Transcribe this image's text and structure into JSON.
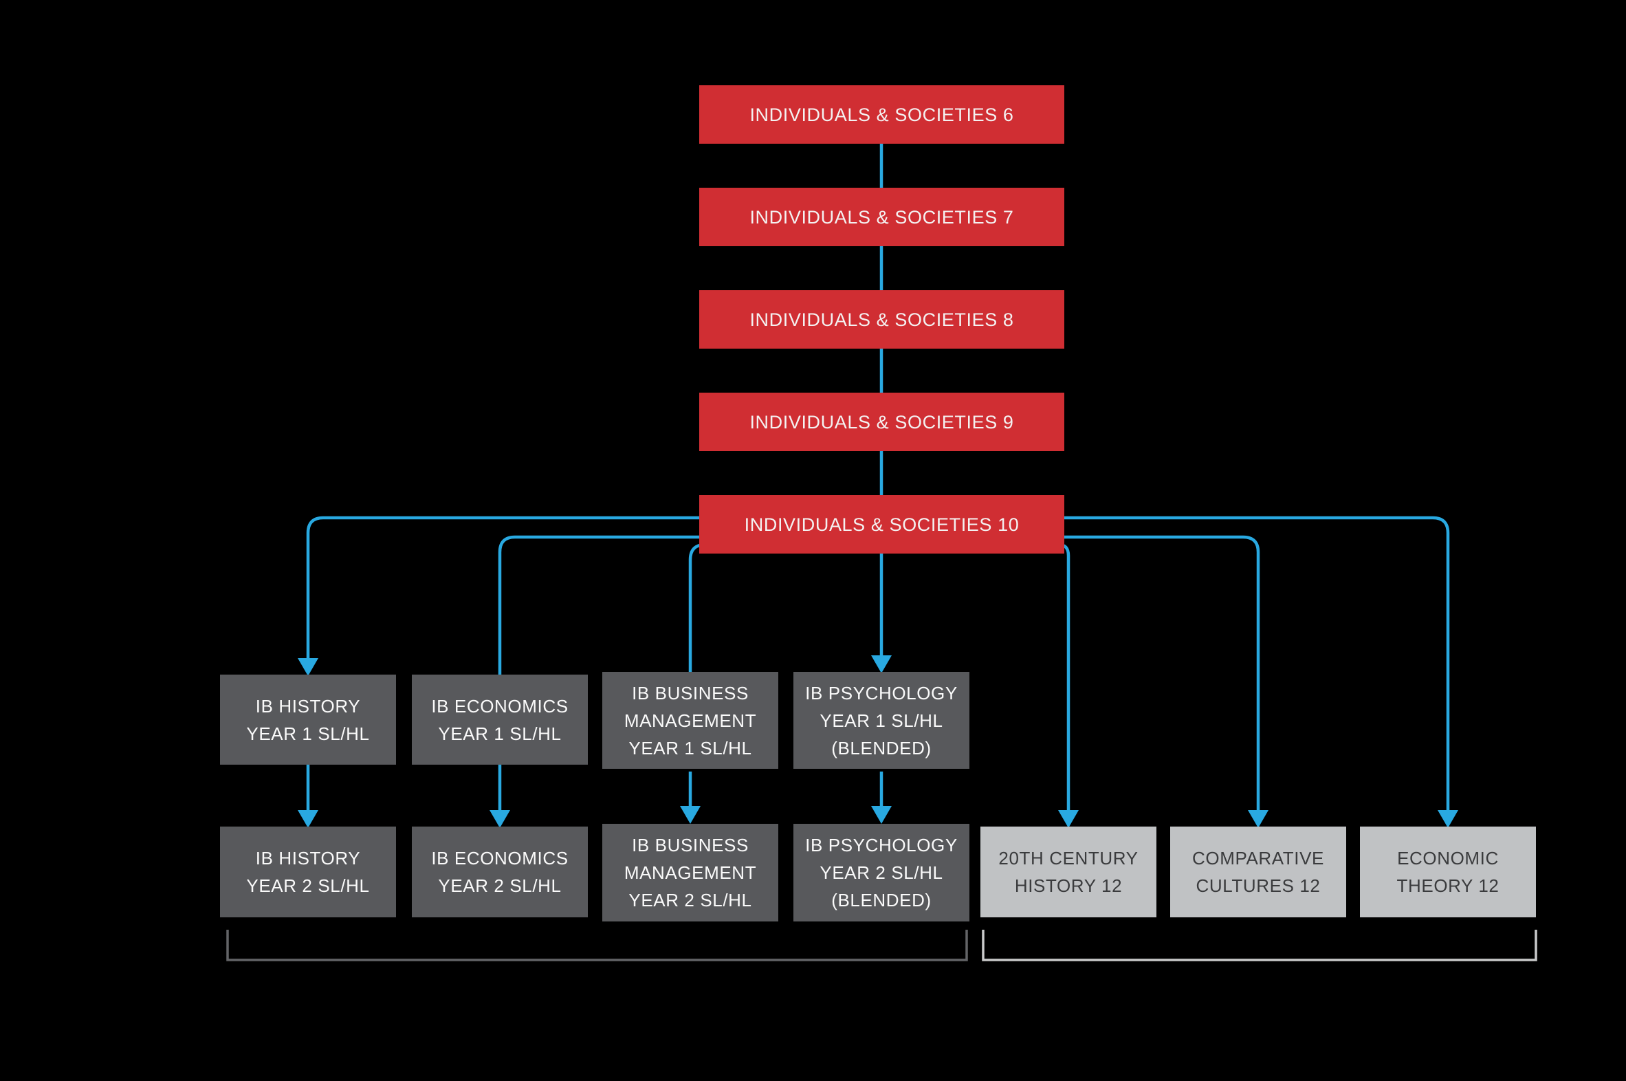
{
  "canvas": {
    "background": "#000000"
  },
  "colors": {
    "canvas_bg": "#000000",
    "ms_box": "#D02E33",
    "ms_text": "#F4F1F1",
    "ib_box": "#58595C",
    "ib_text": "#FAFAFA",
    "bc_box": "#C0C2C4",
    "bc_text": "#3A3B3D",
    "connector": "#29A9E1",
    "bracket_left": "#636467",
    "bracket_right": "#C9CACB"
  },
  "middle_school_sequence": [
    {
      "label": "INDIVIDUALS & SOCIETIES 6"
    },
    {
      "label": "INDIVIDUALS & SOCIETIES 7"
    },
    {
      "label": "INDIVIDUALS & SOCIETIES 8"
    },
    {
      "label": "INDIVIDUALS & SOCIETIES 9"
    },
    {
      "label": "INDIVIDUALS & SOCIETIES 10"
    }
  ],
  "ib_dp_year1": [
    {
      "label": "IB HISTORY\nYEAR 1 SL/HL"
    },
    {
      "label": "IB ECONOMICS\nYEAR 1 SL/HL"
    },
    {
      "label": "IB BUSINESS\nMANAGEMENT\nYEAR 1 SL/HL"
    },
    {
      "label": "IB PSYCHOLOGY\nYEAR 1 SL/HL\n(BLENDED)"
    }
  ],
  "ib_dp_year2": [
    {
      "label": "IB HISTORY\nYEAR 2 SL/HL"
    },
    {
      "label": "IB ECONOMICS\nYEAR 2 SL/HL"
    },
    {
      "label": "IB BUSINESS\nMANAGEMENT\nYEAR 2 SL/HL"
    },
    {
      "label": "IB PSYCHOLOGY\nYEAR 2 SL/HL\n(BLENDED)"
    }
  ],
  "grade_12_courses": [
    {
      "label": "20TH CENTURY\nHISTORY 12"
    },
    {
      "label": "COMPARATIVE\nCULTURES 12"
    },
    {
      "label": "ECONOMIC\nTHEORY 12"
    }
  ]
}
